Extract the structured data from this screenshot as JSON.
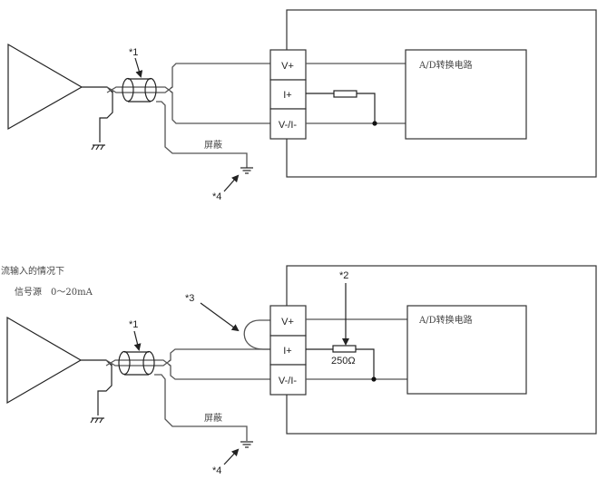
{
  "diagrams": [
    {
      "id": "voltage-input",
      "terminals": [
        "V+",
        "I+",
        "V-/I-"
      ],
      "ad_circuit_label": "A/D转换电路",
      "shield_label": "屏蔽",
      "notes": [
        "*1",
        "*4"
      ]
    },
    {
      "id": "current-input",
      "caption": "流输入的情况下",
      "source_label": "信号源　0～20mA",
      "terminals": [
        "V+",
        "I+",
        "V-/I-"
      ],
      "ad_circuit_label": "A/D转换电路",
      "shield_label": "屏蔽",
      "resistor_value": "250Ω",
      "notes": [
        "*1",
        "*2",
        "*3",
        "*4"
      ]
    }
  ]
}
